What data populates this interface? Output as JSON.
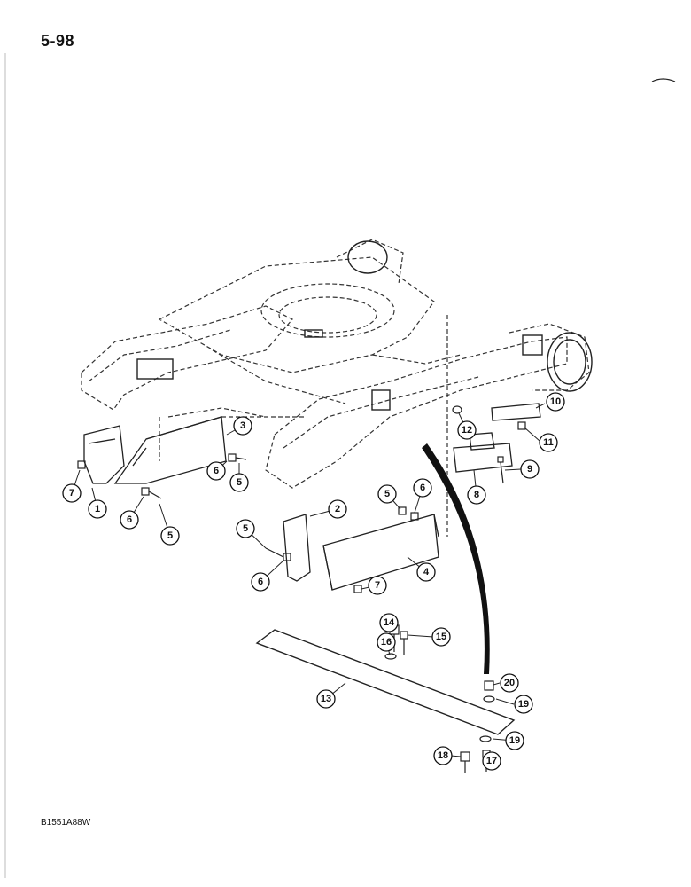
{
  "page_number": "5-98",
  "figure_code": "B1551A88W",
  "callouts": [
    "1",
    "2",
    "3",
    "4",
    "5",
    "6",
    "7",
    "8",
    "9",
    "10",
    "11",
    "12",
    "13",
    "14",
    "15",
    "16",
    "17",
    "18",
    "19",
    "20"
  ]
}
